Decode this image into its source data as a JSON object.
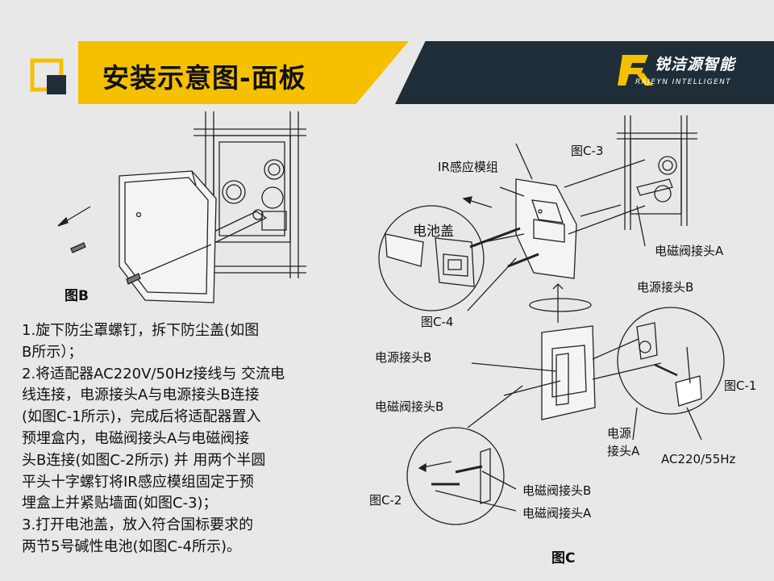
{
  "header": {
    "title": "安装示意图-面板",
    "brand_cn": "锐洁源智能",
    "brand_en": "RAJEYN INTELLIGENT"
  },
  "figure_b": {
    "caption": "图B"
  },
  "figure_c": {
    "caption": "图C",
    "labels": {
      "ir_module": "IR感应模组",
      "c3": "图C-3",
      "battery_cover": "电池盖",
      "valve_a_top": "电磁阀接头A",
      "power_b_top": "电源接头B",
      "c4": "图C-4",
      "power_b_mid": "电源接头B",
      "c1": "图C-1",
      "valve_b_mid": "电磁阀接头B",
      "power_a_line1": "电源",
      "power_a_line2": "接头A",
      "ac": "AC220/55Hz",
      "c2": "图C-2",
      "valve_b_bottom": "电磁阀接头B",
      "valve_a_bottom": "电磁阀接头A"
    }
  },
  "instructions": [
    "1.旋下防尘罩螺钉，拆下防尘盖(如图",
    "B所示）；",
    "2.将适配器AC220V/50Hz接线与 交流电",
    "线连接，电源接头A与电源接头B连接",
    "(如图C-1所示)，完成后将适配器置入",
    "预埋盒内，电磁阀接头A与电磁阀接",
    "头B连接(如图C-2所示) 并 用两个半圆",
    "平头十字螺钉将IR感应模组固定于预",
    "埋盒上并紧贴墙面(如图C-3)；",
    "3.打开电池盖，放入符合国标要求的",
    "两节5号碱性电池(如图C-4所示)。"
  ],
  "colors": {
    "accent_yellow": "#f5c000",
    "dark_panel": "#1f2d38"
  }
}
